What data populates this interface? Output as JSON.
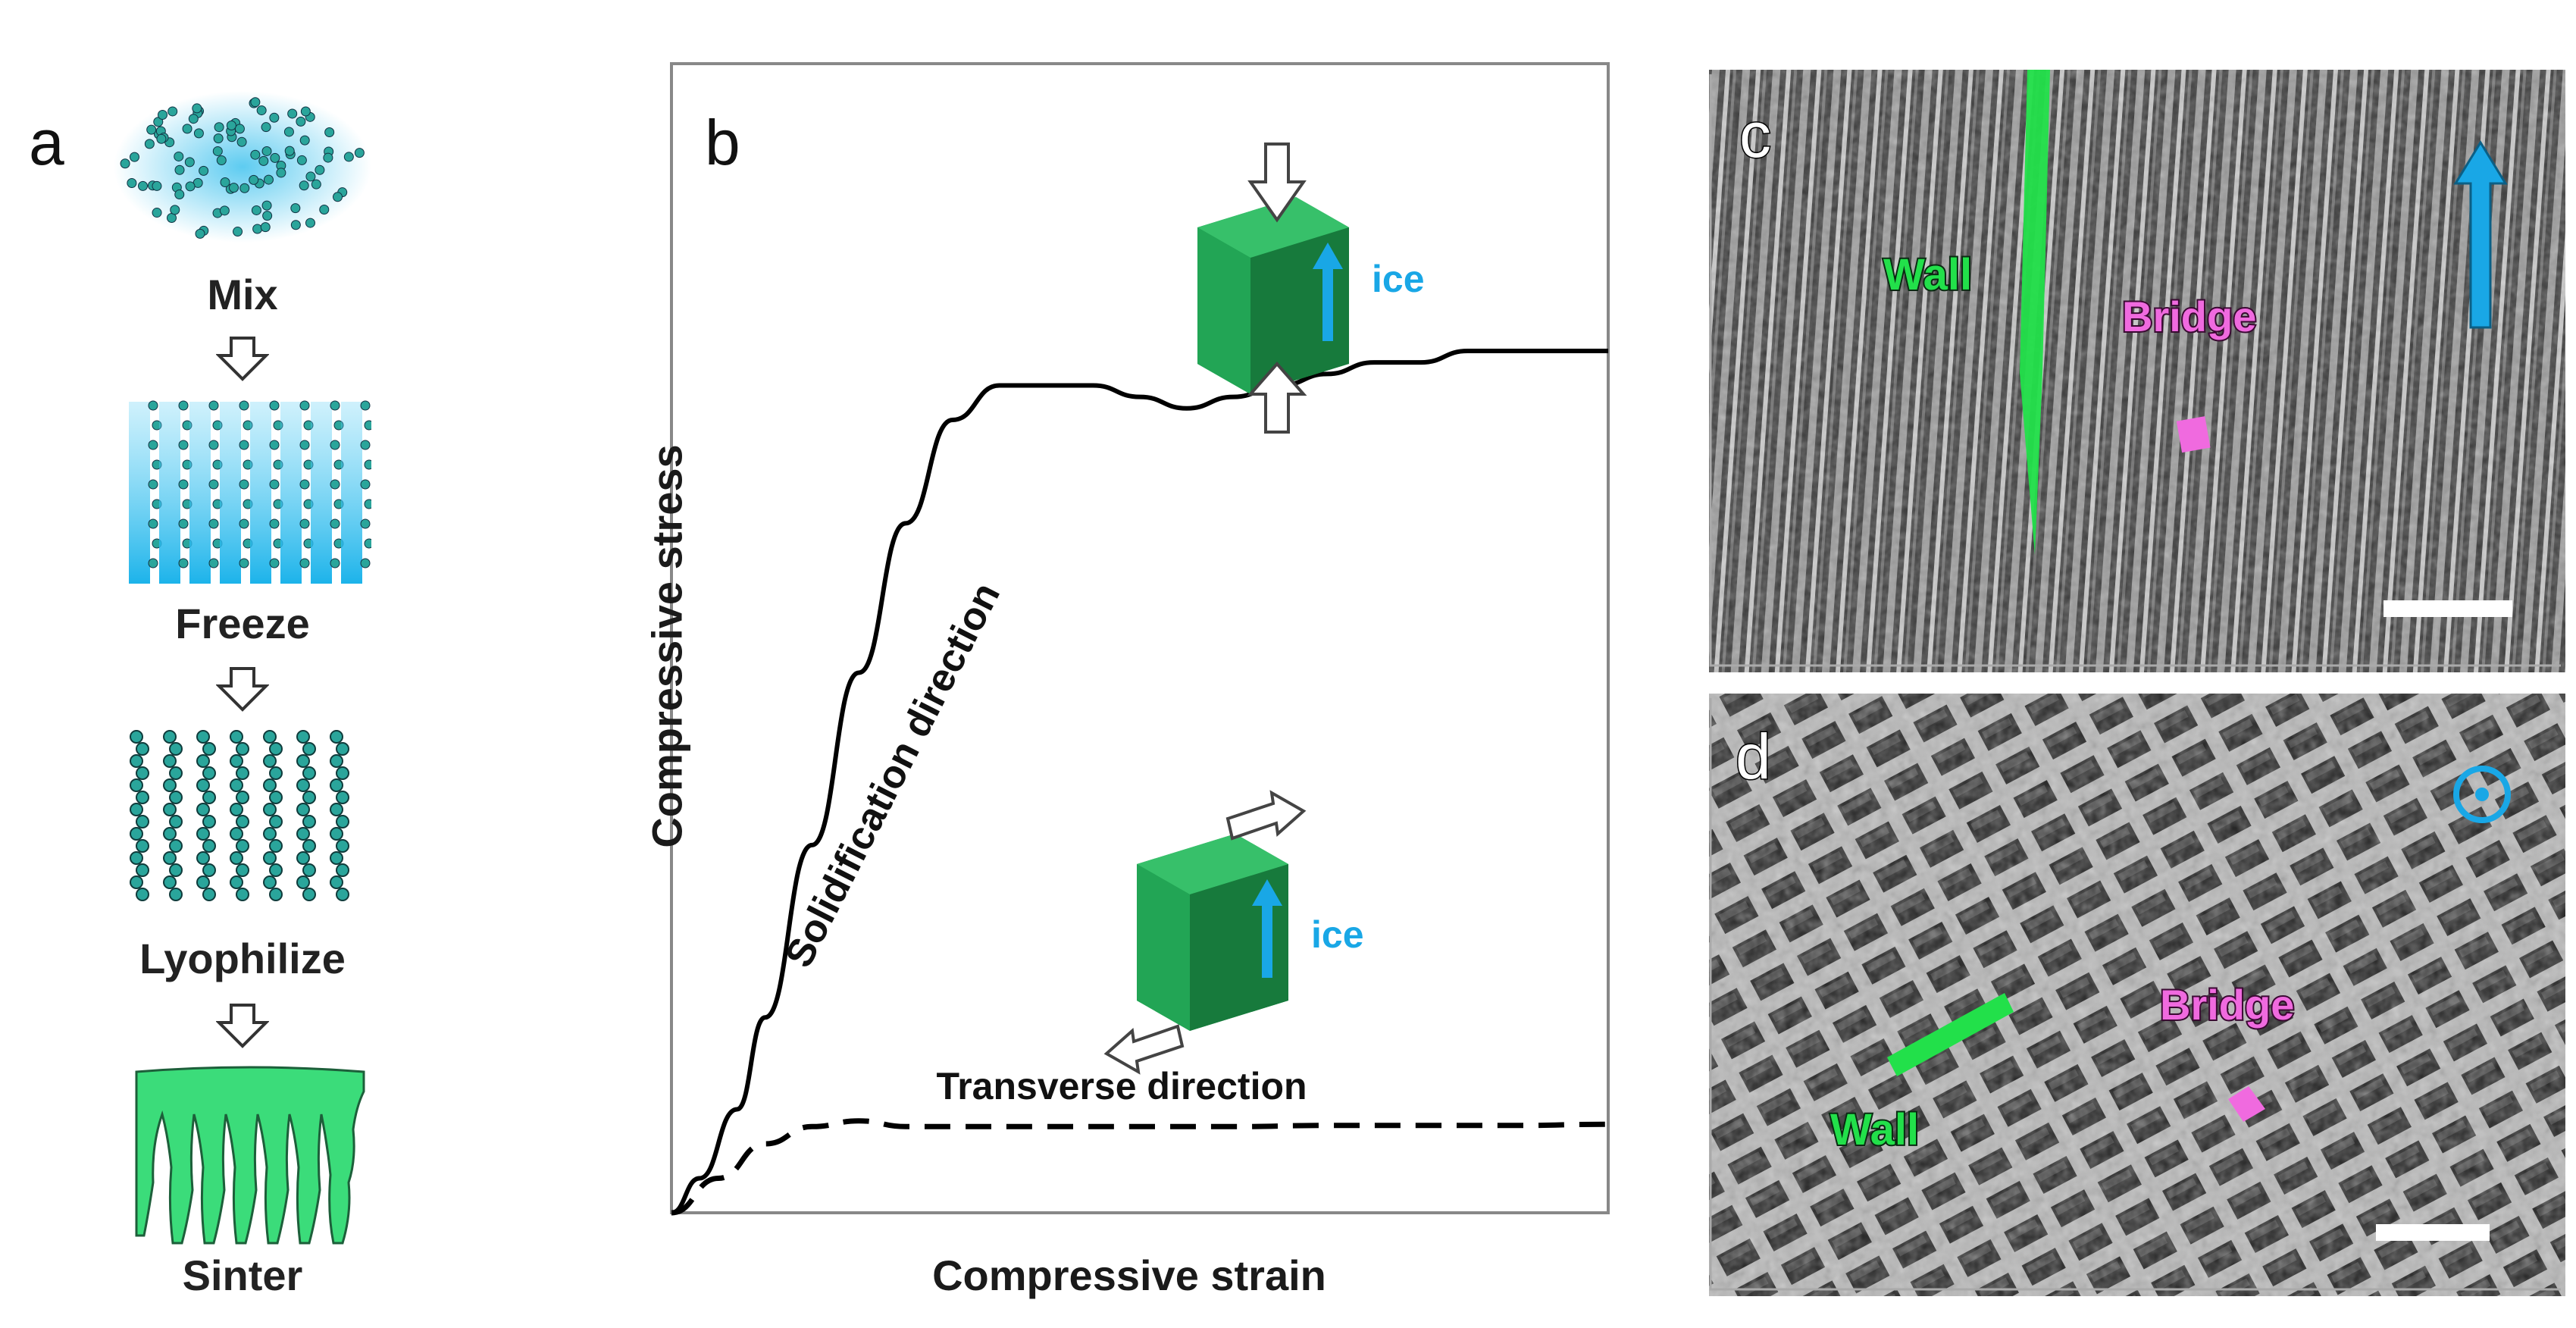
{
  "panels": {
    "a": "a",
    "b": "b",
    "c": "c",
    "d": "d"
  },
  "process_steps": [
    "Mix",
    "Freeze",
    "Lyophilize",
    "Sinter"
  ],
  "chart_data": {
    "type": "line",
    "xlabel": "Compressive strain",
    "ylabel": "Compressive stress",
    "xlim": [
      0,
      1
    ],
    "ylim": [
      0,
      1
    ],
    "series": [
      {
        "name": "Solidification direction",
        "style": "solid",
        "x": [
          0,
          0.03,
          0.07,
          0.1,
          0.15,
          0.2,
          0.25,
          0.3,
          0.35,
          0.4,
          0.45,
          0.5,
          0.55,
          0.6,
          0.65,
          0.7,
          0.75,
          0.8,
          0.85,
          0.9,
          0.95,
          1.0
        ],
        "y": [
          0.0,
          0.03,
          0.09,
          0.17,
          0.32,
          0.47,
          0.6,
          0.69,
          0.72,
          0.72,
          0.72,
          0.71,
          0.7,
          0.71,
          0.72,
          0.73,
          0.74,
          0.74,
          0.75,
          0.75,
          0.75,
          0.75
        ]
      },
      {
        "name": "Transverse direction",
        "style": "dashed",
        "x": [
          0,
          0.05,
          0.1,
          0.15,
          0.2,
          0.25,
          0.3,
          0.4,
          0.5,
          0.6,
          0.7,
          0.8,
          0.9,
          1.0
        ],
        "y": [
          0.0,
          0.03,
          0.06,
          0.075,
          0.08,
          0.075,
          0.075,
          0.075,
          0.075,
          0.075,
          0.076,
          0.076,
          0.076,
          0.077
        ]
      }
    ],
    "annotations": {
      "solid_label": "Solidification direction",
      "dashed_label": "Transverse direction",
      "ice_top": "ice",
      "ice_bottom": "ice"
    }
  },
  "micrographs": {
    "c": {
      "wall": "Wall",
      "bridge": "Bridge"
    },
    "d": {
      "wall": "Wall",
      "bridge": "Bridge"
    }
  },
  "colors": {
    "wall_green": "#22e04a",
    "bridge_pink": "#f06adf",
    "ice_blue": "#19a7e6",
    "particle_teal": "#1d8a8a",
    "sinter_green": "#3bdc7a"
  }
}
